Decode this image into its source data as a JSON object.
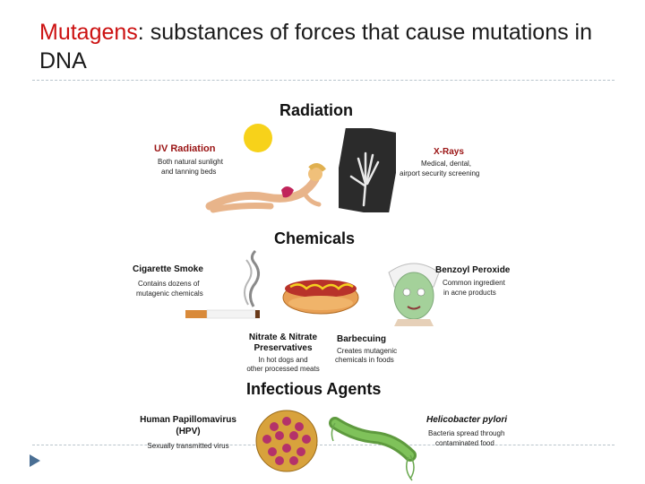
{
  "title": {
    "term": "Mutagens",
    "rest": ": substances of forces that cause mutations in DNA"
  },
  "radiation": {
    "heading": "Radiation",
    "uv": {
      "label": "UV Radiation",
      "desc1": "Both natural sunlight",
      "desc2": "and tanning beds"
    },
    "xray": {
      "label": "X-Rays",
      "desc1": "Medical, dental,",
      "desc2": "airport security screening"
    }
  },
  "chemicals": {
    "heading": "Chemicals",
    "smoke": {
      "label": "Cigarette Smoke",
      "desc1": "Contains dozens of",
      "desc2": "mutagenic chemicals"
    },
    "benzoyl": {
      "label": "Benzoyl Peroxide",
      "desc1": "Common ingredient",
      "desc2": "in acne products"
    },
    "nitrate": {
      "label1": "Nitrate & Nitrate",
      "label2": "Preservatives",
      "desc1": "In hot dogs and",
      "desc2": "other processed meats"
    },
    "bbq": {
      "label": "Barbecuing",
      "desc1": "Creates mutagenic",
      "desc2": "chemicals in foods"
    }
  },
  "infectious": {
    "heading": "Infectious Agents",
    "hpv": {
      "label1": "Human Papillomavirus",
      "label2": "(HPV)",
      "desc": "Sexually transmitted virus"
    },
    "hpylori": {
      "label": "Helicobacter pylori",
      "desc1": "Bacteria spread through",
      "desc2": "contaminated food"
    }
  }
}
